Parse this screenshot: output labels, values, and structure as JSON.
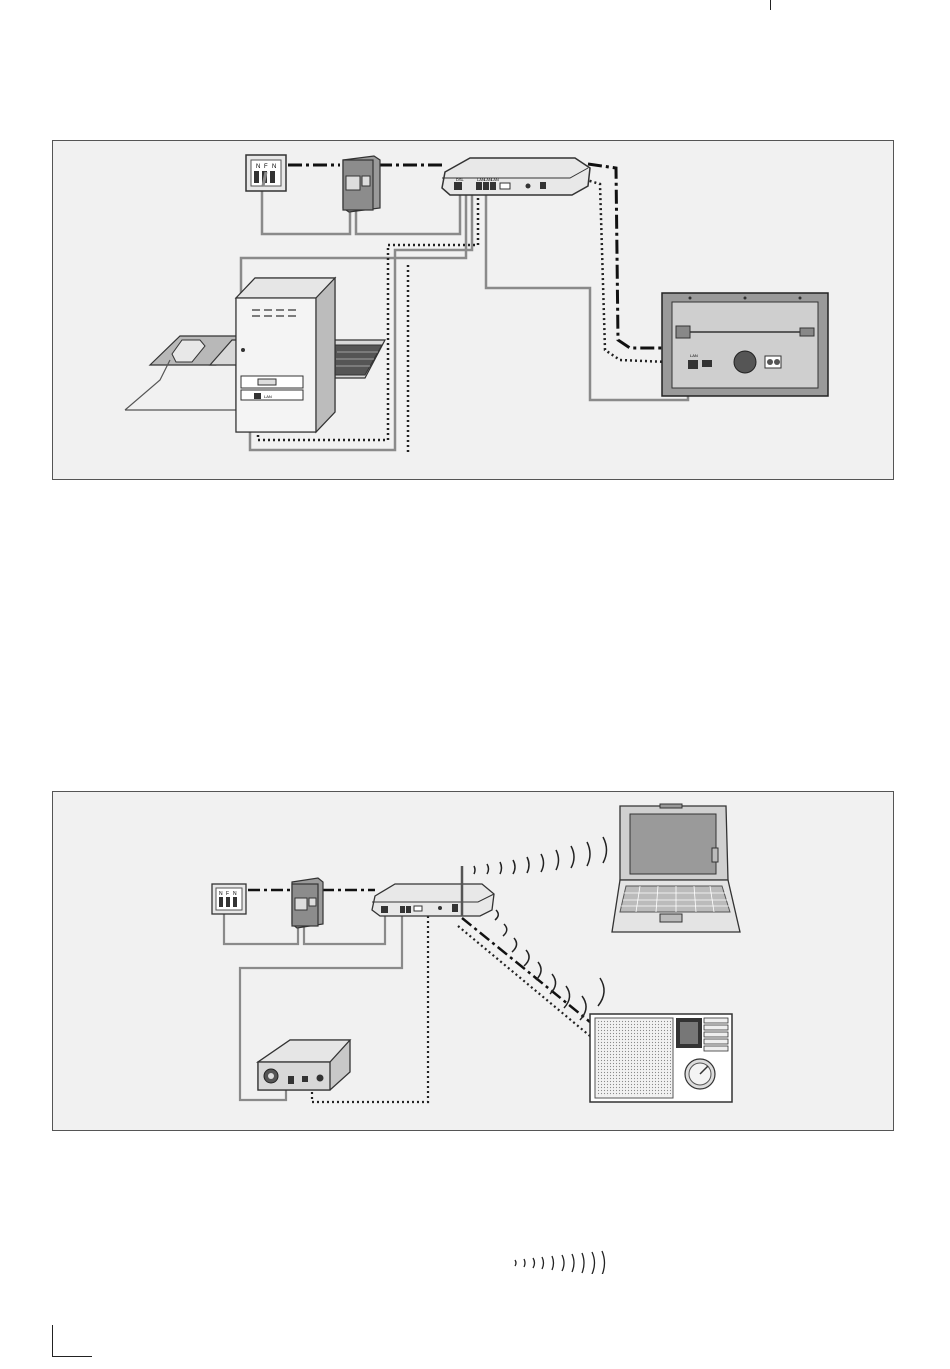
{
  "diagram1": {
    "wall_socket_labels": [
      "N",
      "F",
      "N"
    ],
    "router_port_labels": [
      "DSL",
      "LAN",
      "LAN",
      "LAN"
    ],
    "pc_port_label": "LAN",
    "radio_port_label": "LAN"
  },
  "diagram2": {
    "wall_socket_labels": [
      "N",
      "F",
      "N"
    ]
  },
  "legend": {
    "wireless_icon": "wireless-waves-icon"
  },
  "colors": {
    "panel_bg": "#f1f1f1",
    "panel_border": "#555555",
    "cable_gray": "#8a8a8a",
    "device_dark": "#7a7a7a"
  }
}
